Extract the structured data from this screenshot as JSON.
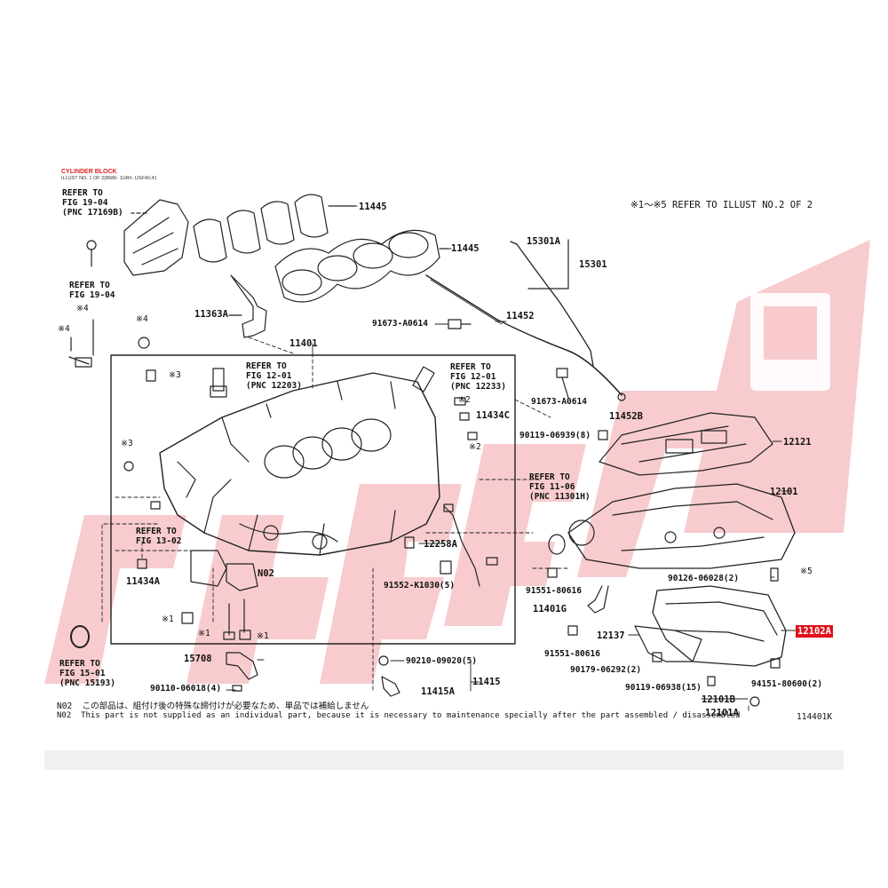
{
  "header": {
    "title": "CYLINDER BLOCK",
    "subtitle": "ILLUST NO. 1 OF 2(8686- 1UR#..USF40,41",
    "cross_ref_note": "※1〜※5 REFER TO ILLUST NO.2 OF 2"
  },
  "refs": {
    "fig1904_top": "REFER TO\nFIG 19-04\n(PNC 17169B)",
    "fig1904_bottom": "REFER TO\nFIG 19-04",
    "fig1201_a": "REFER TO\nFIG 12-01\n(PNC 12203)",
    "fig1201_b": "REFER TO\nFIG 12-01\n(PNC 12233)",
    "fig1302": "REFER TO\nFIG 13-02",
    "fig1106": "REFER TO\nFIG 11-06\n(PNC 11301H)",
    "fig1501": "REFER TO\nFIG 15-01\n(PNC 15193)"
  },
  "parts": {
    "p11445a": "11445",
    "p11445b": "11445",
    "p15301a": "15301A",
    "p15301": "15301",
    "p11363a": "11363A",
    "p11452": "11452",
    "p91673_left": "91673-A0614",
    "p11401": "11401",
    "p91673_right": "91673-A0614",
    "p11452b": "11452B",
    "p11434c": "11434C",
    "p90119_8": "90119-06939(8)",
    "p12121": "12121",
    "p12101": "12101",
    "p12258a": "12258A",
    "p91552": "91552-K1030(5)",
    "p11434a": "11434A",
    "p_n02": "N02",
    "p90126": "90126-06028(2)",
    "p91551_a": "91551-80616",
    "p11401g": "11401G",
    "p12137": "12137",
    "p12102a": "12102A",
    "p91551_b": "91551-80616",
    "p90179": "90179-06292(2)",
    "p15708": "15708",
    "p90210": "90210-09020(5)",
    "p11415": "11415",
    "p11415a": "11415A",
    "p90110": "90110-06018(4)",
    "p90119_15": "90119-06938(15)",
    "p94151": "94151-80600(2)",
    "p12101b": "12101B",
    "p12101a": "12101A"
  },
  "marks": {
    "m4a": "※4",
    "m4b": "※4",
    "m4c": "※4",
    "m3a": "※3",
    "m3b": "※3",
    "m2a": "※2",
    "m2b": "※2",
    "m1a": "※1",
    "m1b": "※1",
    "m1c": "※1",
    "m5": "※5"
  },
  "notes": {
    "n02_jp": "N02  この部品は、組付け後の特殊な締付けが必要なため、単品では補給しません",
    "n02_en": "N02  This part is not supplied as an individual part, because it is necessary to maintenance specially after the part assembled / disassembled",
    "illust_code": "114401K"
  },
  "watermark": {
    "color": "#f0505a"
  }
}
